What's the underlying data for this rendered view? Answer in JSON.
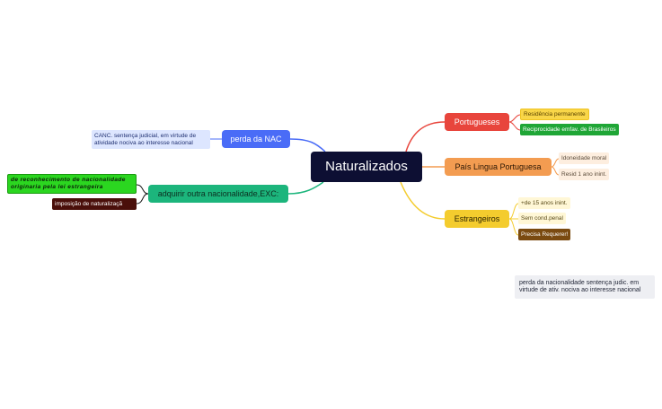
{
  "center": {
    "label": "Naturalizados"
  },
  "branches": {
    "portugueses": {
      "label": "Portugueses",
      "leaves": [
        "Residência permanente",
        "Reciprocidade emfav. de Brasileiros"
      ]
    },
    "pais_lingua": {
      "label": "País Lingua Portuguesa",
      "leaves": [
        "Idoneidade moral",
        "Resid 1 ano inint."
      ]
    },
    "estrangeiros": {
      "label": "Estrangeiros",
      "leaves": [
        "+de 15 anos inint.",
        "Sem cond.penal",
        "Precisa Requerer!"
      ]
    },
    "perda_nac": {
      "label": "perda da NAC",
      "leaves": [
        "CANC. sentença judicial, em virtude de atividade nociva ao interesse nacional"
      ]
    },
    "adquirir": {
      "label": "adquirir outra nacionalidade,EXC:",
      "leaves": [
        "de reconhecimento de nacionalidade originaria pela lei estrangeira",
        "imposição de naturalizaçã"
      ]
    }
  },
  "floating_note": "perda da nacionalidade sentença judic. em virtude de ativ. nociva ao interesse nacional",
  "colors": {
    "center": "#0d0f33",
    "portugueses": "#e8453c",
    "pais_lingua": "#f39c51",
    "estrangeiros": "#f4cc2e",
    "perda_nac": "#4a6cf7",
    "adquirir": "#1cb57c"
  }
}
